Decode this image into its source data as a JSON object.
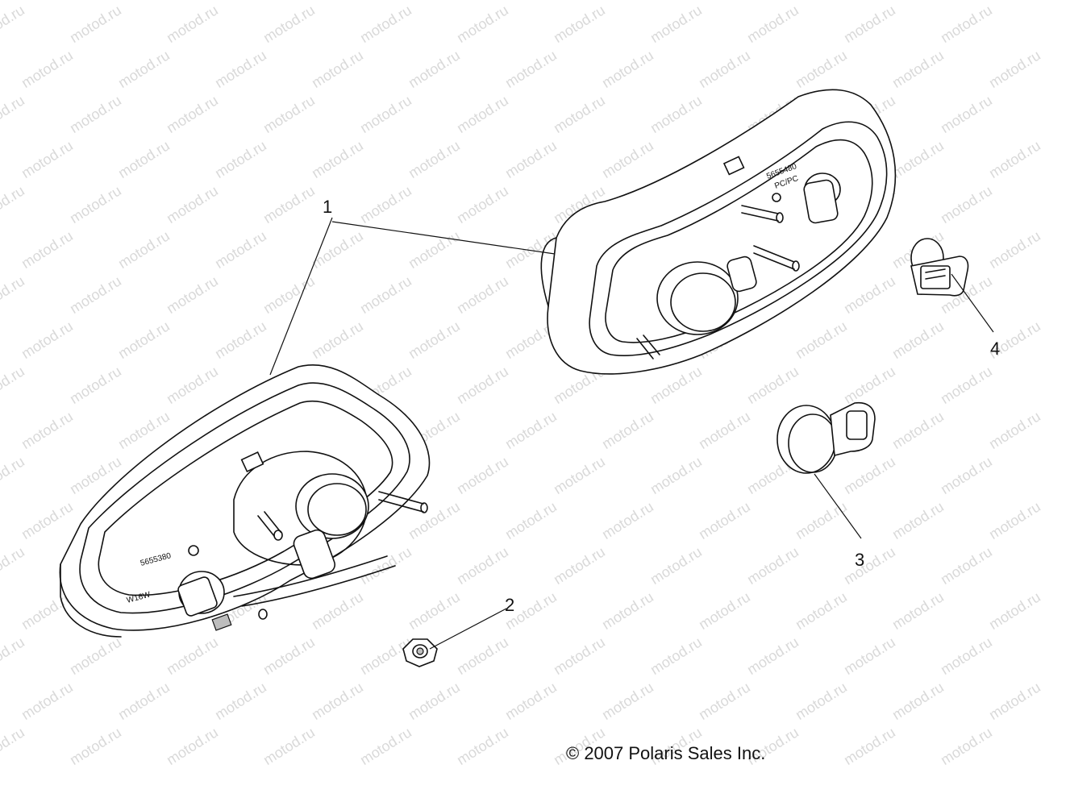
{
  "callouts": [
    {
      "id": "1",
      "label": "1"
    },
    {
      "id": "2",
      "label": "2"
    },
    {
      "id": "3",
      "label": "3"
    },
    {
      "id": "4",
      "label": "4"
    }
  ],
  "copyright": "© 2007 Polaris Sales Inc.",
  "watermark": "motod.ru",
  "part_markings": {
    "left_lamp_number": "5655380",
    "left_bulb_code": "W16W",
    "right_lamp_number": "5655480",
    "right_material": "PC/PC"
  }
}
